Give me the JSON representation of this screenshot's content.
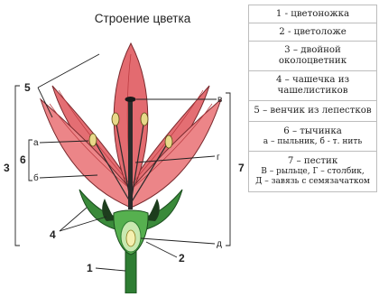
{
  "title": "Строение цветка",
  "labels": {
    "n1": "1",
    "n2": "2",
    "n3": "3",
    "n4": "4",
    "n5": "5",
    "n6": "6",
    "n7": "7",
    "a": "а",
    "b": "б",
    "v": "в",
    "g": "г",
    "d": "д"
  },
  "legend": [
    {
      "main": "1 - цветоножка"
    },
    {
      "main": "2 - цветоложе"
    },
    {
      "main": "3 – двойной",
      "main2": "околоцветник"
    },
    {
      "main": "4 – чашечка из",
      "main2": "чашелистиков"
    },
    {
      "main": "5 – венчик из лепестков"
    },
    {
      "main": "6 – тычинка",
      "sub": "а – пыльник, б - т. нить"
    },
    {
      "main": "7 – пестик",
      "sub": "В – рыльце, Г – столбик,",
      "sub2": "Д – завязь с семязачатком"
    }
  ],
  "colors": {
    "petal": "#e8787a",
    "petal_vein": "#c0393f",
    "sepal": "#3a8a3a",
    "receptacle": "#4caf50",
    "ovary": "#c9e9b0",
    "ovule": "#f6f0b0",
    "anther": "#e8d98a",
    "stem": "#2e7d32"
  }
}
